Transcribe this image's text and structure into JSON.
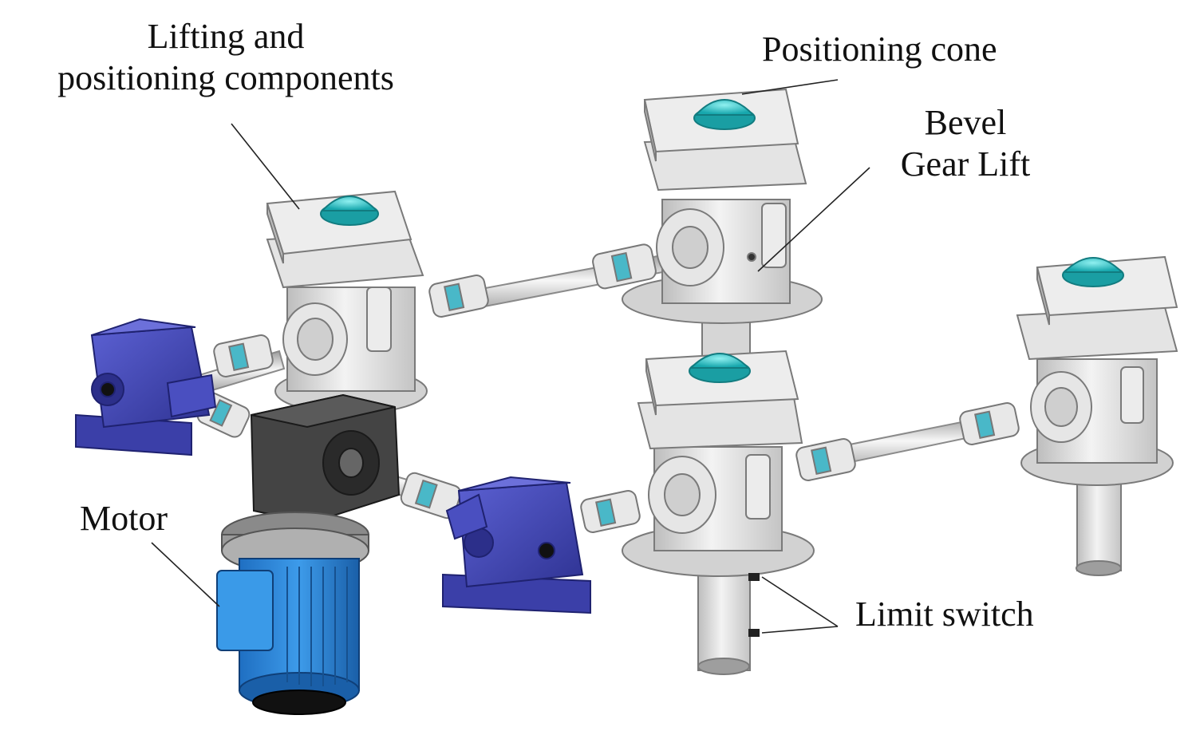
{
  "labels": {
    "lifting_line1": "Lifting and",
    "lifting_line2": "positioning components",
    "positioning_cone": "Positioning cone",
    "bevel_line1": "Bevel",
    "bevel_line2": "Gear Lift",
    "motor": "Motor",
    "limit_switch": "Limit switch"
  },
  "colors": {
    "steel": "#dcdcdc",
    "steel_dark": "#a8a8a8",
    "steel_light": "#f2f2f2",
    "cone": "#2ec9cc",
    "cone_dark": "#1a9ea3",
    "gearbox": "#4a4fc0",
    "gearbox_dark": "#2c2f8a",
    "reducer": "#3a3a3a",
    "motor": "#2a8be0",
    "motor_dark": "#1a5fa8",
    "coupling": "#49b8c8"
  }
}
